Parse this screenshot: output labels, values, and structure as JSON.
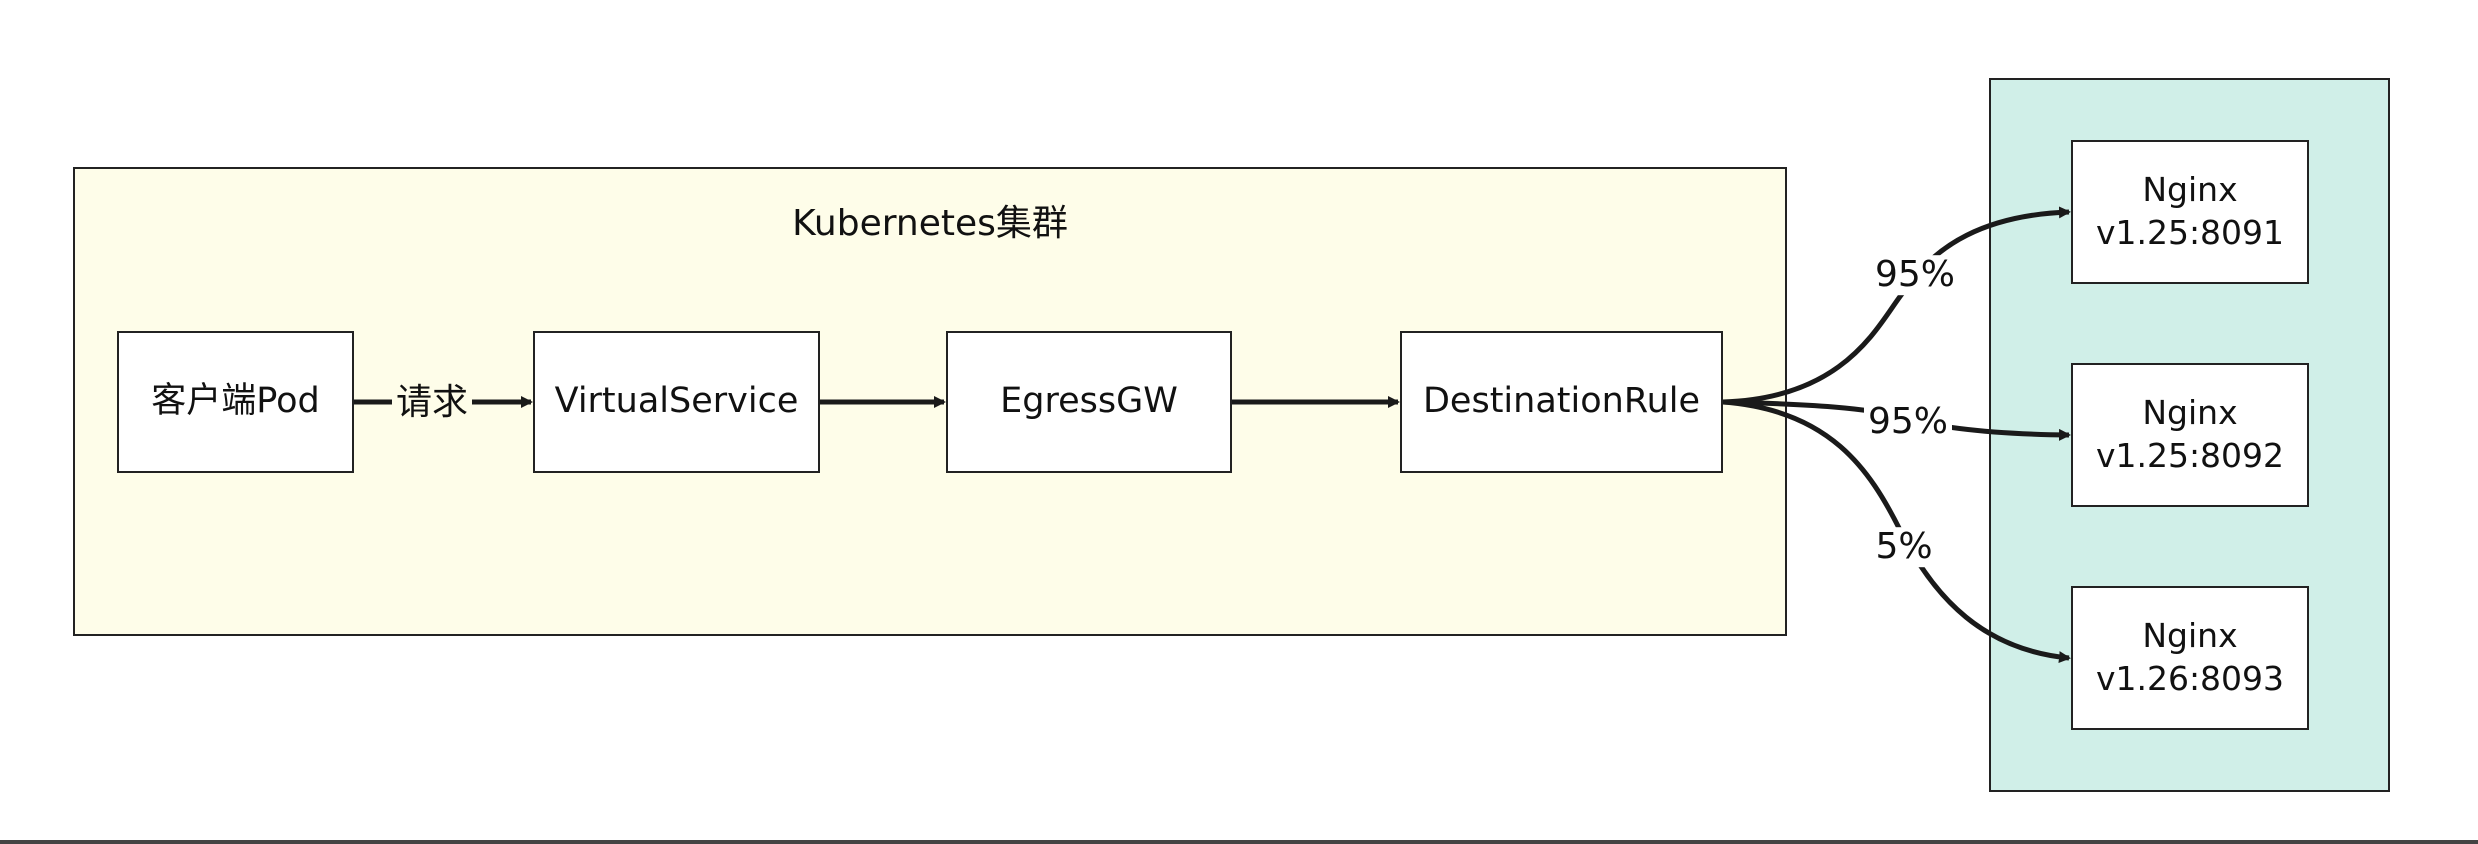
{
  "cluster": {
    "title": "Kubernetes集群"
  },
  "nodes": {
    "client": "客户端Pod",
    "virtual_service": "VirtualService",
    "egress_gw": "EgressGW",
    "destination_rule": "DestinationRule"
  },
  "edges": {
    "request_label": "请求",
    "weights": [
      "95%",
      "95%",
      "5%"
    ]
  },
  "upstreams": [
    {
      "name": "Nginx",
      "version": "v1.25:8091"
    },
    {
      "name": "Nginx",
      "version": "v1.25:8092"
    },
    {
      "name": "Nginx",
      "version": "v1.26:8093"
    }
  ],
  "colors": {
    "cluster_bg": "#fefde9",
    "upstream_bg": "#d0efe8",
    "stroke": "#1a1a1a"
  }
}
